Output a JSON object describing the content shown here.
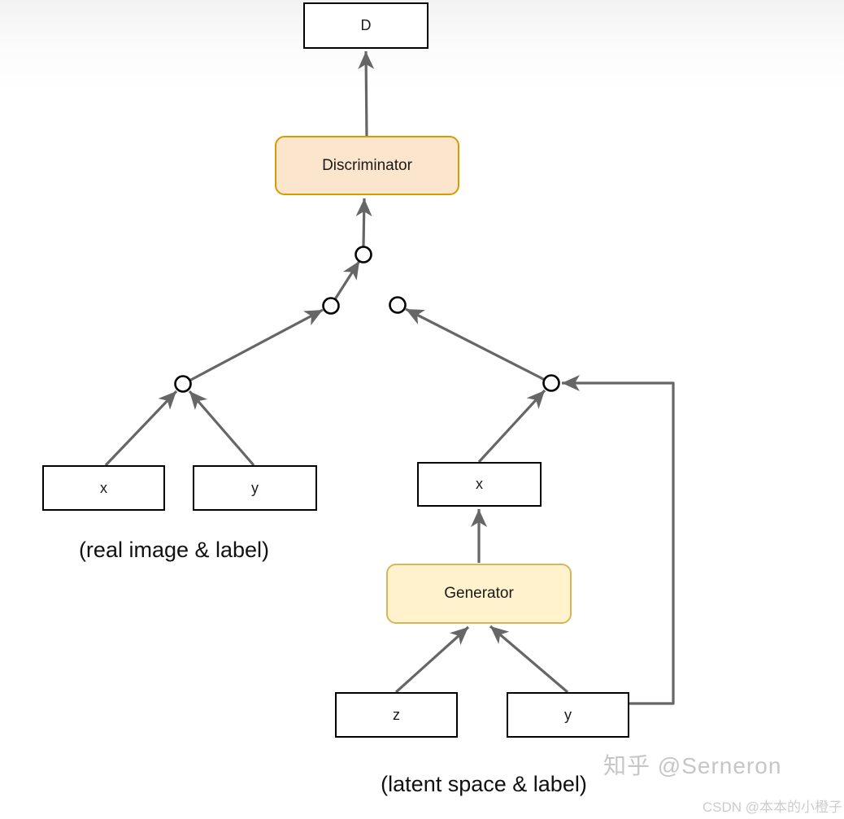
{
  "diagram": {
    "title": "conditional-gan-architecture",
    "nodes": {
      "output": {
        "label": "D"
      },
      "discriminator": {
        "label": "Discriminator"
      },
      "real_image": {
        "label": "x"
      },
      "real_label": {
        "label": "y"
      },
      "generated_image": {
        "label": "x"
      },
      "generator": {
        "label": "Generator"
      },
      "latent": {
        "label": "z"
      },
      "gen_label": {
        "label": "y"
      }
    },
    "captions": {
      "real_pair": "(real image & label)",
      "latent_pair": "(latent space & label)"
    },
    "connector_nodes": "concatenation-circles"
  },
  "watermarks": {
    "zhihu": "知乎 @Serneron",
    "csdn": "CSDN @本本的小橙子"
  },
  "colors": {
    "discriminator-fill": "#fce5cd",
    "discriminator-border": "#d79b00",
    "generator-fill": "#fff2cc",
    "generator-border": "#d6b656",
    "connector": "#666666",
    "node-border": "#000000",
    "node-fill": "#ffffff",
    "watermark": "#c6c6c6",
    "watermark-csdn": "#cccccc"
  }
}
